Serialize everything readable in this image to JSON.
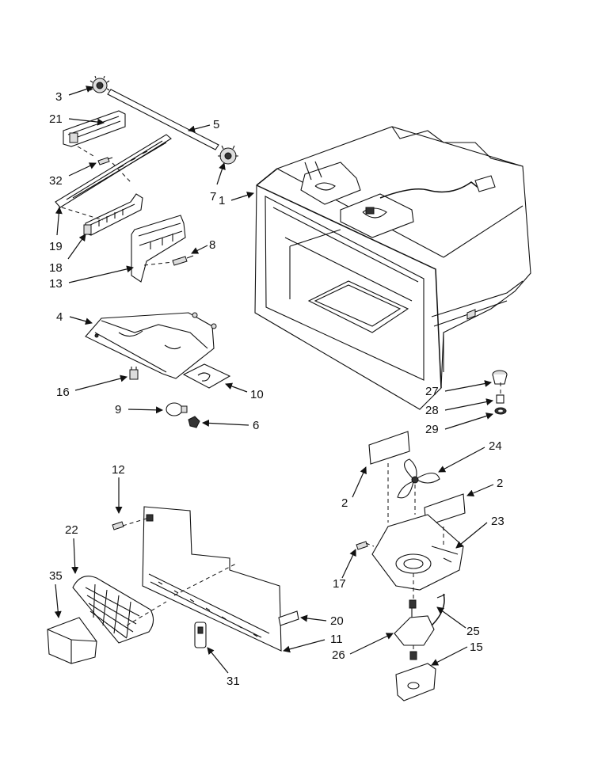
{
  "callouts": [
    {
      "id": "c3",
      "label": "3"
    },
    {
      "id": "c21",
      "label": "21"
    },
    {
      "id": "c5",
      "label": "5"
    },
    {
      "id": "c32",
      "label": "32"
    },
    {
      "id": "c7",
      "label": "7"
    },
    {
      "id": "c19",
      "label": "19"
    },
    {
      "id": "c1",
      "label": "1"
    },
    {
      "id": "c18",
      "label": "18"
    },
    {
      "id": "c8",
      "label": "8"
    },
    {
      "id": "c13",
      "label": "13"
    },
    {
      "id": "c4",
      "label": "4"
    },
    {
      "id": "c16",
      "label": "16"
    },
    {
      "id": "c10",
      "label": "10"
    },
    {
      "id": "c9",
      "label": "9"
    },
    {
      "id": "c6",
      "label": "6"
    },
    {
      "id": "c27",
      "label": "27"
    },
    {
      "id": "c28",
      "label": "28"
    },
    {
      "id": "c29",
      "label": "29"
    },
    {
      "id": "c24",
      "label": "24"
    },
    {
      "id": "c2a",
      "label": "2"
    },
    {
      "id": "c2b",
      "label": "2"
    },
    {
      "id": "c12",
      "label": "12"
    },
    {
      "id": "c23",
      "label": "23"
    },
    {
      "id": "c22",
      "label": "22"
    },
    {
      "id": "c17",
      "label": "17"
    },
    {
      "id": "c35",
      "label": "35"
    },
    {
      "id": "c20",
      "label": "20"
    },
    {
      "id": "c25",
      "label": "25"
    },
    {
      "id": "c11",
      "label": "11"
    },
    {
      "id": "c26",
      "label": "26"
    },
    {
      "id": "c15",
      "label": "15"
    },
    {
      "id": "c31",
      "label": "31"
    }
  ]
}
